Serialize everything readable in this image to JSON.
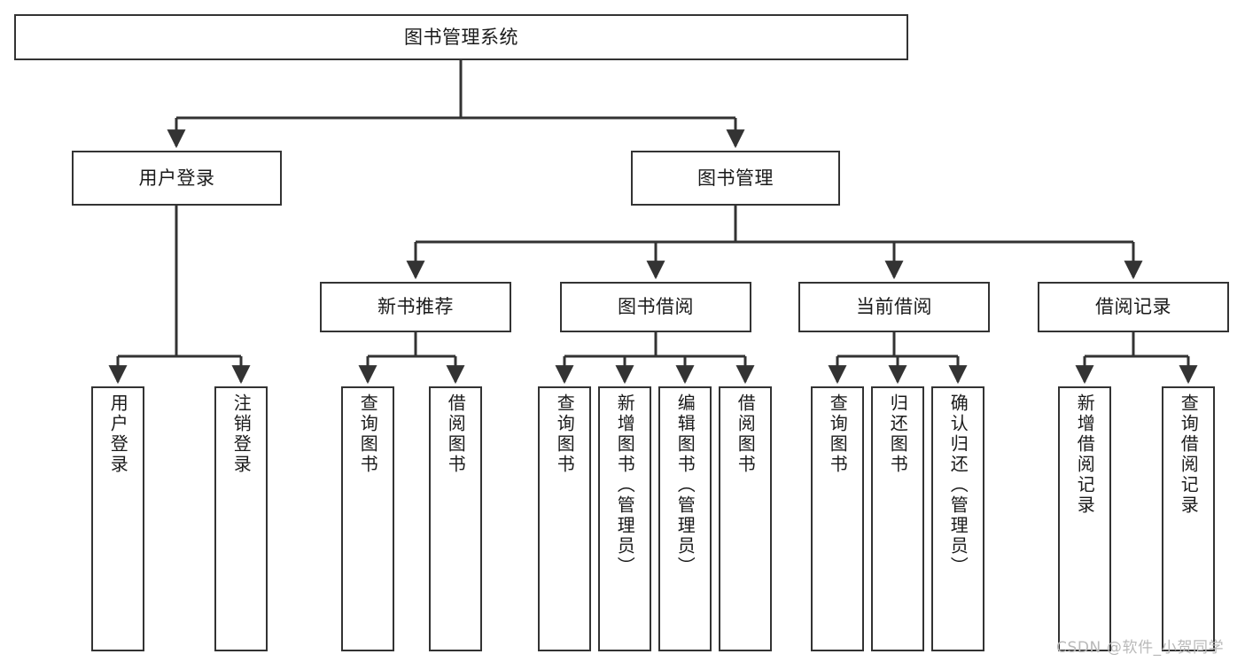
{
  "diagram": {
    "type": "tree-hierarchy",
    "title": "图书管理系统",
    "watermark": "CSDN @软件_小贺同学",
    "colors": {
      "node_border": "#333333",
      "node_fill": "#ffffff",
      "connector": "#333333",
      "text": "#1a1a1a",
      "watermark": "#b9b9b9",
      "background": "#ffffff"
    },
    "levels": [
      {
        "level": 1,
        "nodes": [
          {
            "id": "root",
            "label": "图书管理系统",
            "orientation": "horizontal"
          }
        ]
      },
      {
        "level": 2,
        "nodes": [
          {
            "id": "user-login",
            "label": "用户登录",
            "orientation": "horizontal",
            "parent": "root"
          },
          {
            "id": "book-manage",
            "label": "图书管理",
            "orientation": "horizontal",
            "parent": "root"
          }
        ]
      },
      {
        "level": 3,
        "nodes": [
          {
            "id": "new-book-rec",
            "label": "新书推荐",
            "orientation": "horizontal",
            "parent": "book-manage"
          },
          {
            "id": "book-borrow",
            "label": "图书借阅",
            "orientation": "horizontal",
            "parent": "book-manage"
          },
          {
            "id": "current-borrow",
            "label": "当前借阅",
            "orientation": "horizontal",
            "parent": "book-manage"
          },
          {
            "id": "borrow-record",
            "label": "借阅记录",
            "orientation": "horizontal",
            "parent": "book-manage"
          }
        ]
      },
      {
        "level": 4,
        "nodes": [
          {
            "id": "leaf-user-login",
            "label": "用户登录",
            "orientation": "vertical",
            "parent": "user-login"
          },
          {
            "id": "leaf-logout-login",
            "label": "注销登录",
            "orientation": "vertical",
            "parent": "user-login"
          },
          {
            "id": "leaf-query-book-1",
            "label": "查询图书",
            "orientation": "vertical",
            "parent": "new-book-rec"
          },
          {
            "id": "leaf-borrow-book-1",
            "label": "借阅图书",
            "orientation": "vertical",
            "parent": "new-book-rec"
          },
          {
            "id": "leaf-query-book-2",
            "label": "查询图书",
            "orientation": "vertical",
            "parent": "book-borrow"
          },
          {
            "id": "leaf-add-book",
            "label": "新增图书（管理员）",
            "orientation": "vertical",
            "parent": "book-borrow"
          },
          {
            "id": "leaf-edit-book",
            "label": "编辑图书（管理员）",
            "orientation": "vertical",
            "parent": "book-borrow"
          },
          {
            "id": "leaf-borrow-book-2",
            "label": "借阅图书",
            "orientation": "vertical",
            "parent": "book-borrow"
          },
          {
            "id": "leaf-query-book-3",
            "label": "查询图书",
            "orientation": "vertical",
            "parent": "current-borrow"
          },
          {
            "id": "leaf-return-book",
            "label": "归还图书",
            "orientation": "vertical",
            "parent": "current-borrow"
          },
          {
            "id": "leaf-confirm-return",
            "label": "确认归还（管理员）",
            "orientation": "vertical",
            "parent": "current-borrow"
          },
          {
            "id": "leaf-add-record",
            "label": "新增借阅记录",
            "orientation": "vertical",
            "parent": "borrow-record"
          },
          {
            "id": "leaf-query-record",
            "label": "查询借阅记录",
            "orientation": "vertical",
            "parent": "borrow-record"
          }
        ]
      }
    ]
  }
}
